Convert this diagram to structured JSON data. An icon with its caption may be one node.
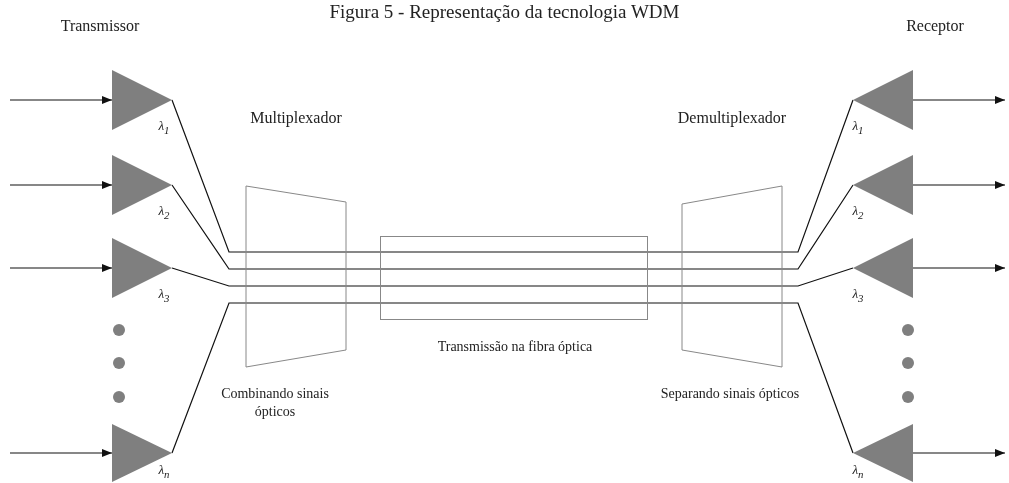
{
  "diagram": {
    "title": "Figura 5 - Representação da tecnologia WDM",
    "nodes": [
      {
        "text": [],
        "shape": "triangle",
        "beside": [
          "λ$_{1}$"
        ]
      },
      {
        "text": [],
        "shape": "triangle",
        "beside": [
          "λ$_{2}$"
        ]
      },
      {
        "text": [],
        "shape": "triangle",
        "beside": [
          "λ$_{3}$"
        ]
      },
      {
        "text": [],
        "shape": "triangle",
        "beside": [
          "λ$_{n}$"
        ]
      },
      {
        "text": [
          "Multiplexador"
        ],
        "beside": [
          "Combinando sinais ópticos"
        ]
      },
      {
        "text": [],
        "shape": "box",
        "beside": [
          "Transmissão na fibra óptica"
        ]
      },
      {
        "text": [
          "Demultiplexador"
        ],
        "beside": [
          "Separando sinais ópticos"
        ]
      },
      {
        "text": [],
        "shape": "triangle",
        "beside": [
          "λ$_{1}$"
        ]
      },
      {
        "text": [],
        "shape": "triangle",
        "beside": [
          "λ$_{2}$"
        ]
      },
      {
        "text": [],
        "shape": "triangle",
        "beside": [
          "λ$_{3}$"
        ]
      },
      {
        "text": [],
        "shape": "triangle",
        "beside": [
          "λ$_{n}$"
        ]
      }
    ],
    "edges": [
      {
        "from": null,
        "to": 0,
        "arrow": "to"
      },
      {
        "from": null,
        "to": 1,
        "arrow": "to"
      },
      {
        "from": null,
        "to": 2,
        "arrow": "to"
      },
      {
        "from": null,
        "to": 3,
        "arrow": "to"
      },
      {
        "from": 0,
        "to": 4,
        "arrow": "none"
      },
      {
        "from": 1,
        "to": 4,
        "arrow": "none"
      },
      {
        "from": 2,
        "to": 4,
        "arrow": "none"
      },
      {
        "from": 3,
        "to": 4,
        "arrow": "none"
      },
      {
        "from": 4,
        "to": 5,
        "arrow": "none"
      },
      {
        "from": 4,
        "to": 5,
        "arrow": "none"
      },
      {
        "from": 4,
        "to": 5,
        "arrow": "none"
      },
      {
        "from": 4,
        "to": 5,
        "arrow": "none"
      },
      {
        "from": 5,
        "to": 6,
        "arrow": "none"
      },
      {
        "from": 5,
        "to": 6,
        "arrow": "none"
      },
      {
        "from": 5,
        "to": 6,
        "arrow": "none"
      },
      {
        "from": 5,
        "to": 6,
        "arrow": "none"
      },
      {
        "from": 6,
        "to": 7,
        "arrow": "none"
      },
      {
        "from": 6,
        "to": 8,
        "arrow": "none"
      },
      {
        "from": 6,
        "to": 9,
        "arrow": "none"
      },
      {
        "from": 6,
        "to": 10,
        "arrow": "none"
      },
      {
        "from": 7,
        "to": null,
        "arrow": "to"
      },
      {
        "from": 8,
        "to": null,
        "arrow": "to"
      },
      {
        "from": 9,
        "to": null,
        "arrow": "to"
      },
      {
        "from": 10,
        "to": null,
        "arrow": "to"
      }
    ],
    "labels": [
      "Transmissor",
      "Receptor"
    ]
  }
}
